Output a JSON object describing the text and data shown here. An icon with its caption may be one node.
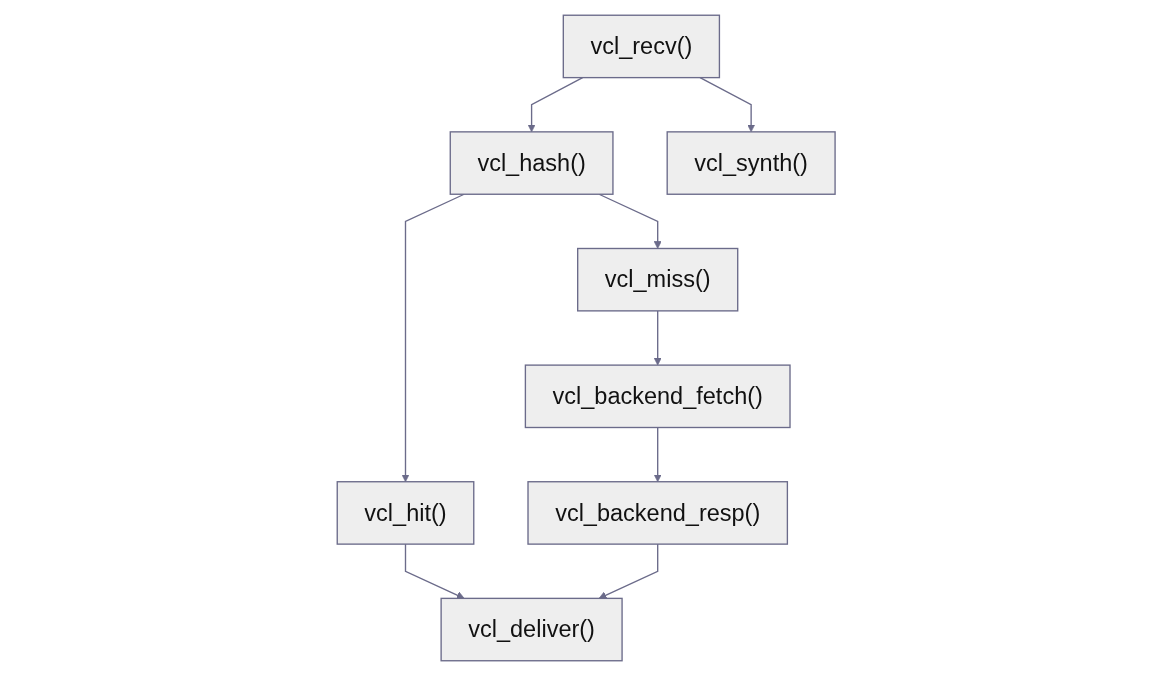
{
  "diagram": {
    "nodes": [
      {
        "text": [
          "vcl_recv()"
        ]
      },
      {
        "text": [
          "vcl_hash()"
        ]
      },
      {
        "text": [
          "vcl_hit()"
        ]
      },
      {
        "text": [
          "vcl_miss()"
        ]
      },
      {
        "text": [
          "vcl_backend_fetch()"
        ]
      },
      {
        "text": [
          "vcl_backend_resp()"
        ]
      },
      {
        "text": [
          "vcl_synth()"
        ]
      },
      {
        "text": [
          "vcl_deliver()"
        ]
      }
    ],
    "edges": [
      {
        "from": 0,
        "to": 1,
        "arrow": "to"
      },
      {
        "from": 1,
        "to": 2,
        "arrow": "to"
      },
      {
        "from": 1,
        "to": 3,
        "arrow": "to"
      },
      {
        "from": 3,
        "to": 4,
        "arrow": "to"
      },
      {
        "from": 4,
        "to": 5,
        "arrow": "to"
      },
      {
        "from": 0,
        "to": 6,
        "arrow": "to"
      },
      {
        "from": 2,
        "to": 7,
        "arrow": "to"
      },
      {
        "from": 5,
        "to": 7,
        "arrow": "to"
      }
    ]
  }
}
